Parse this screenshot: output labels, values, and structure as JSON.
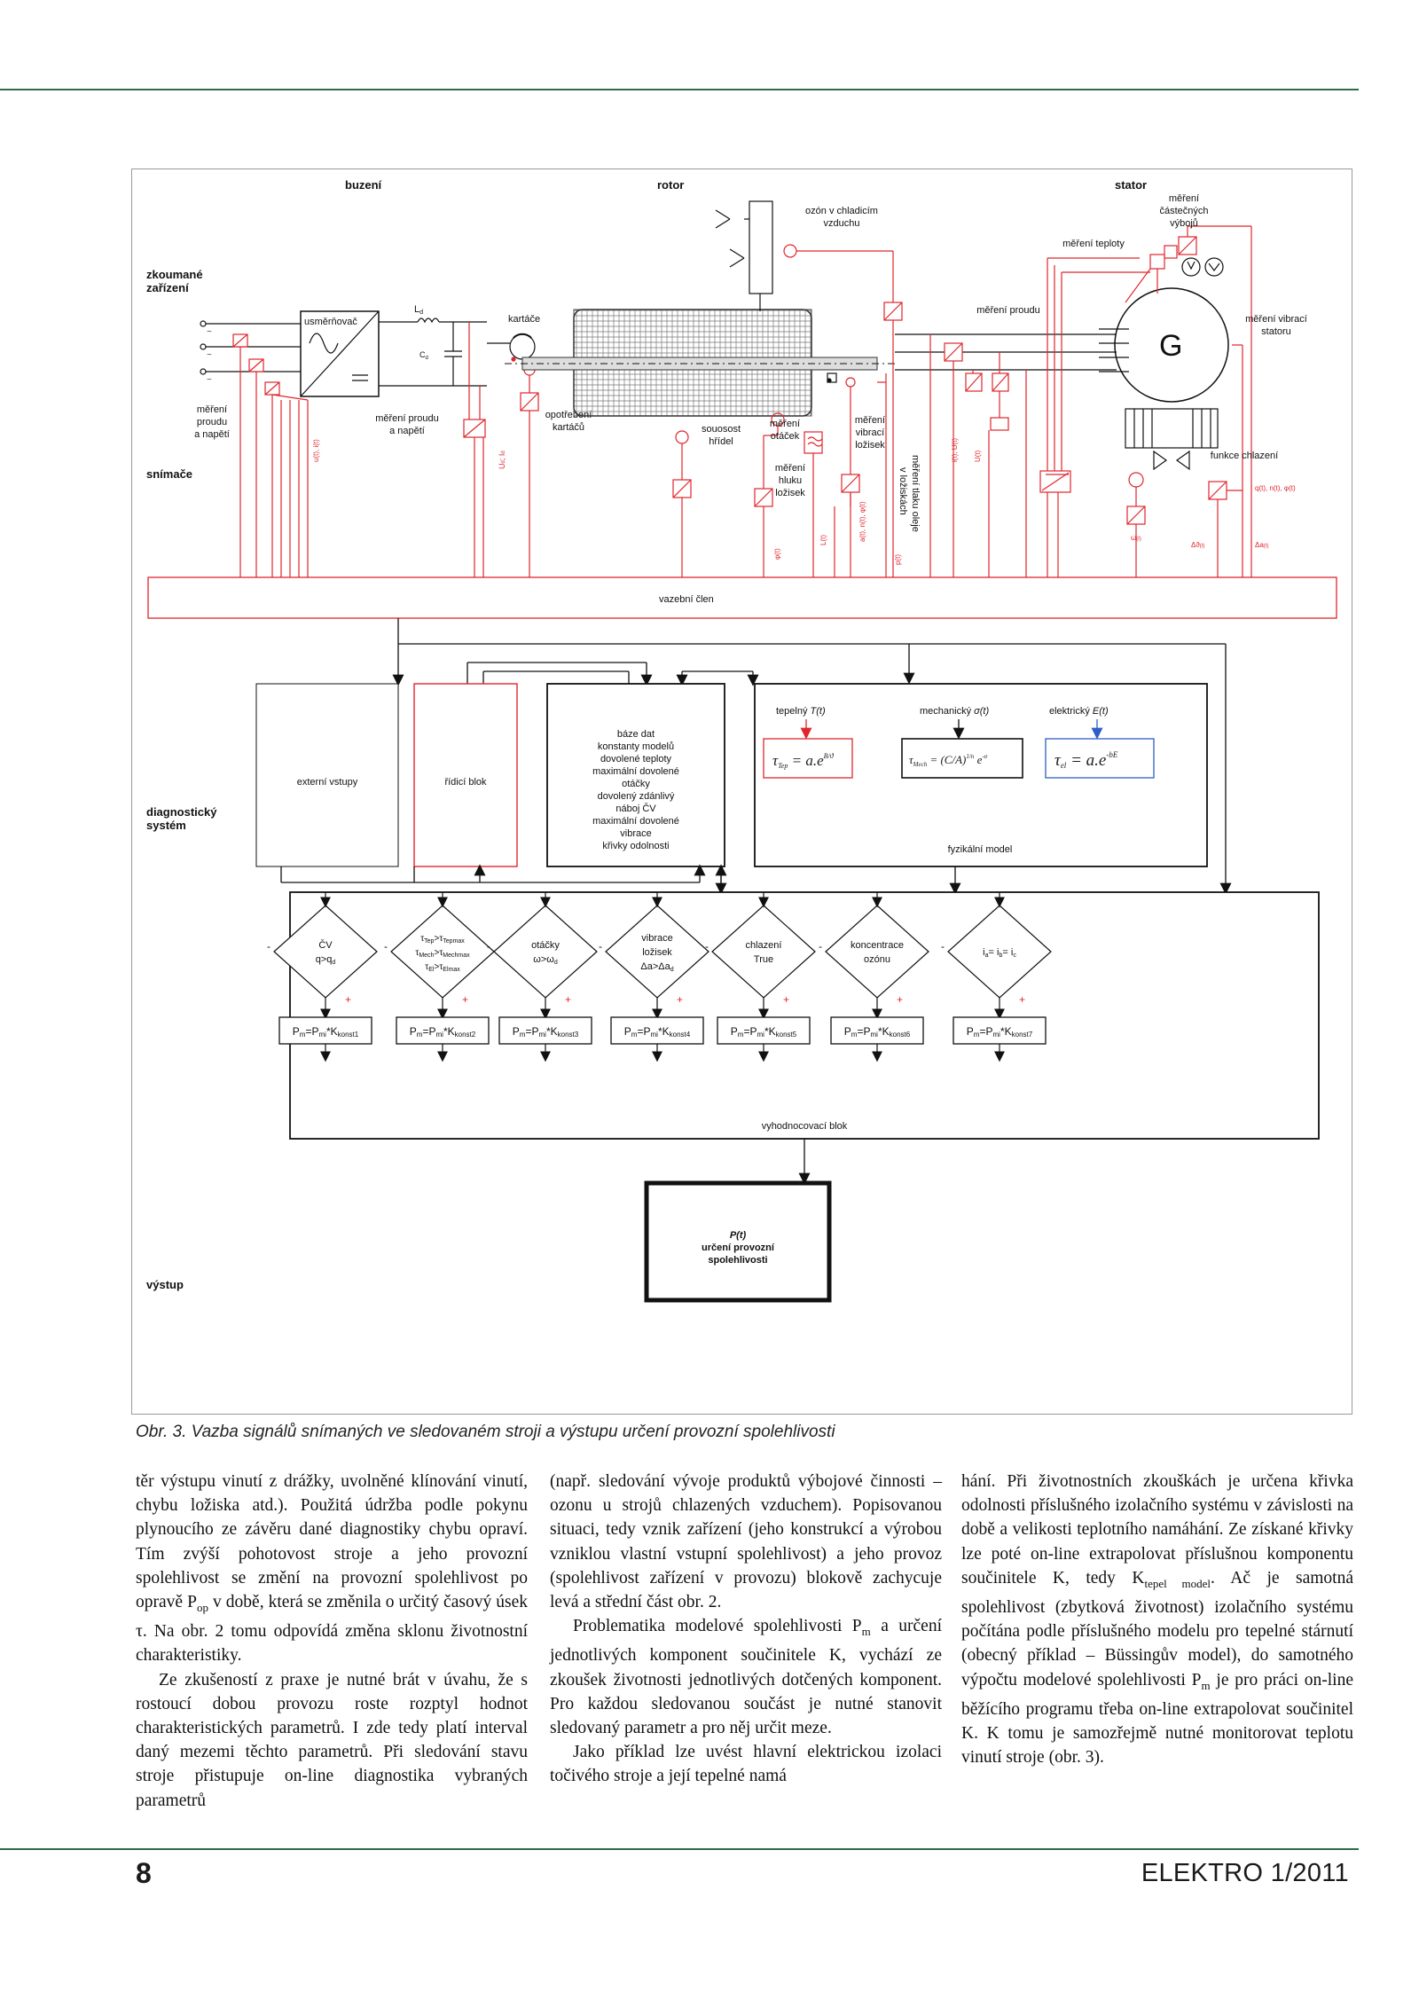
{
  "colors": {
    "rule": "#2f6b45",
    "signal_red": "#e0262c",
    "black": "#111111",
    "blue": "#2d5fc4"
  },
  "diagram": {
    "columns": {
      "buzeni": "buzení",
      "rotor": "rotor",
      "stator": "stator"
    },
    "rows": {
      "zkoumane_1": "zkoumané",
      "zkoumane_2": "zařízení",
      "snimace": "snímače",
      "diag_1": "diagnostický",
      "diag_2": "systém",
      "vystup": "výstup"
    },
    "top": {
      "usmernovac": "usměrňovač",
      "ld": "L",
      "ld_sub": "d",
      "cd": "C",
      "cd_sub": "d",
      "kartace": "kartáče",
      "ozon_1": "ozón v chladicím",
      "ozon_2": "vzduchu",
      "mereni_teploty": "měření teploty",
      "castecne_1": "měření",
      "castecne_2": "částečných",
      "castecne_3": "výbojů",
      "mereni_proudu": "měření proudu",
      "vibrace_statoru_1": "měření vibrací",
      "vibrace_statoru_2": "statoru",
      "g": "G",
      "funkce_chlazeni": "funkce chlazení"
    },
    "sensors": {
      "proud_napeti_1": "měření",
      "proud_napeti_2": "proudu",
      "proud_napeti_3": "a napětí",
      "proud_napeti_b_1": "měření proudu",
      "proud_napeti_b_2": "a napětí",
      "opotrebeni_1": "opotřebení",
      "opotrebeni_2": "kartáčů",
      "souosost_1": "souosost",
      "souosost_2": "hřídel",
      "otacek_1": "měření",
      "otacek_2": "otáček",
      "hluk_1": "měření",
      "hluk_2": "hluku",
      "hluk_3": "ložisek",
      "vibraci_loz_1": "měření",
      "vibraci_loz_2": "vibrací",
      "vibraci_loz_3": "ložisek",
      "tlak_oleje_1": "měření tlaku oleje",
      "tlak_oleje_2": "v ložiskách",
      "sig_u": "u(t), i(t)",
      "sig_ud": "U",
      "sig_ud2": "d",
      "sig_id": "; I",
      "sig_id2": "d",
      "sig_phi": "φ(t)",
      "sig_a": "a(t), n(t), φ(t)",
      "sig_l": "L(t)",
      "sig_p": "p(t)",
      "sig_ui": "i(t), U(t)",
      "sig_u3": "U(t)",
      "sig_theta": "ϑ",
      "sig_theta2": "(t)",
      "sig_qn": "q(t), n(t), φ(t)",
      "sig_dtheta": "Δϑ",
      "sig_dtheta2": "(t)",
      "sig_da": "Δa",
      "sig_da2": "(t)",
      "sig_w": "ω",
      "sig_w2": "(t)"
    },
    "vazebni_clen": "vazební člen",
    "blocks": {
      "externi_vstupy": "externí vstupy",
      "ridici_blok": "řídicí blok",
      "db": [
        "báze dat",
        "konstanty modelů",
        "dovolené teploty",
        "maximální dovolené",
        "otáčky",
        "dovolený zdánlivý",
        "náboj ČV",
        "maximální dovolené",
        "vibrace",
        "křivky odolnosti"
      ],
      "tepelny": "tepelný",
      "tepelny_t": "T(t)",
      "mechanicky": "mechanický",
      "mechanicky_s": "σ(t)",
      "elektricky": "elektrický",
      "elektricky_e": "E(t)",
      "fyzikalni_model": "fyzikální model",
      "vyhodnocovaci_blok": "vyhodnocovací blok"
    },
    "diamonds": [
      {
        "l1": "ČV",
        "l2": "q>q",
        "l2s": "d"
      },
      {
        "l1": "τ",
        "l1s": "Tep",
        "l1b": ">τ",
        "l1bs": "Tepmax",
        "l2": "τ",
        "l2s": "Mech",
        "l2b": ">τ",
        "l2bs": "Mechmax",
        "l3": "τ",
        "l3s": "El",
        "l3b": ">τ",
        "l3bs": "Elmax"
      },
      {
        "l1": "otáčky",
        "l2": "ω>ω",
        "l2s": "d"
      },
      {
        "l1": "vibrace",
        "l2": "ložisek",
        "l3": "Δa>Δa",
        "l3s": "d"
      },
      {
        "l1": "chlazení",
        "l2": "True"
      },
      {
        "l1": "koncentrace",
        "l2": "ozónu"
      },
      {
        "l1": "i",
        "l1s": "a",
        "l1b": " = i",
        "l1bs": "b",
        "l1c": " = i",
        "l1cs": "c"
      }
    ],
    "pm_boxes": [
      {
        "a": "P",
        "as": "m",
        "b": "=P",
        "bs": "mi",
        "c": "*K",
        "cs": "konst1"
      },
      {
        "a": "P",
        "as": "m",
        "b": "=P",
        "bs": "mi",
        "c": "*K",
        "cs": "konst2"
      },
      {
        "a": "P",
        "as": "m",
        "b": "=P",
        "bs": "mi",
        "c": "*K",
        "cs": "konst3"
      },
      {
        "a": "P",
        "as": "m",
        "b": "=P",
        "bs": "mi",
        "c": "*K",
        "cs": "konst4"
      },
      {
        "a": "P",
        "as": "m",
        "b": "=P",
        "bs": "mi",
        "c": "*K",
        "cs": "konst5"
      },
      {
        "a": "P",
        "as": "m",
        "b": "=P",
        "bs": "mi",
        "c": "*K",
        "cs": "konst6"
      },
      {
        "a": "P",
        "as": "m",
        "b": "=P",
        "bs": "mi",
        "c": "*K",
        "cs": "konst7"
      }
    ],
    "signs": {
      "minus": "-",
      "plus": "+"
    },
    "output": {
      "title": "P(t)",
      "line1": "určení provozní",
      "line2": "spolehlivosti"
    }
  },
  "caption": "Obr. 3. Vazba signálů snímaných ve sledovaném stroji a výstupu určení provozní spolehlivosti",
  "col1": [
    "těr výstupu vinutí z drážky, uvolněné klínová­ní vinutí, chybu ložiska atd.). Použitá údržba podle pokynu plynoucího ze závěru dané dia­gnostiky chybu opraví. Tím zvýší pohotovost stroje a jeho provozní spolehlivost se změní na provozní spolehlivost po opravě P",
    "op",
    " v době, která se změnila o určitý časový úsek τ. Na obr. 2 tomu odpovídá změna sklonu život­nostní charakteristiky.",
    "Ze zkušeností z praxe je nutné brát v úva­hu, že s rostoucí dobou provozu roste rozptyl hodnot charakteristických parametrů. I zde tedy platí interval daný mezemi těchto pa­rametrů. Při sledování stavu stroje přistupu­je on-line diagnostika vybraných parametrů"
  ],
  "col2": [
    "(např. sledování vývoje produktů výbojové činnosti – ozonu u strojů chlazených vzdu­chem). Popisovanou situaci, tedy vznik za­řízení (jeho konstrukcí a výrobou vzniklou vlastní vstupní spolehlivost) a jeho provoz (spolehlivost zařízení v provozu) blokově za­chycuje levá a střední část obr. 2.",
    "Problematika modelové spolehlivosti P",
    "m",
    " a určení jednotlivých komponent součinite­le K, vychází ze zkoušek životnosti jednotli­vých dotčených komponent. Pro každou sle­dovanou součást je nutné stanovit sledovaný parametr a pro něj určit meze.",
    "Jako příklad lze uvést hlavní elektrickou izolaci točivého stroje a její tepelné namá­"
  ],
  "col3": [
    "hání. Při životnostních zkouškách je určena křivka odolnosti příslušného izolačního sys­tému v závislosti na době a velikosti teplot­ního namáhání. Ze získané křivky lze poté on-line extrapolovat příslušnou komponen­tu součinitele K, tedy K",
    "tepel model",
    ". Ač je sa­motná spolehlivost (zbytková životnost) izo­lačního systému počítána podle příslušného modelu pro tepelné stárnutí (obecný příklad – Büssingův model), do samotného výpo­čtu modelové spolehlivosti P",
    "m",
    " je pro prá­ci on-line běžícího programu třeba on-li­ne extrapolovat součinitel K. K tomu je sa­mozřejmě nutné monitorovat teplotu vinutí stroje (obr. 3)."
  ],
  "footer": {
    "page": "8",
    "journal": "ELEKTRO 1/2011"
  }
}
